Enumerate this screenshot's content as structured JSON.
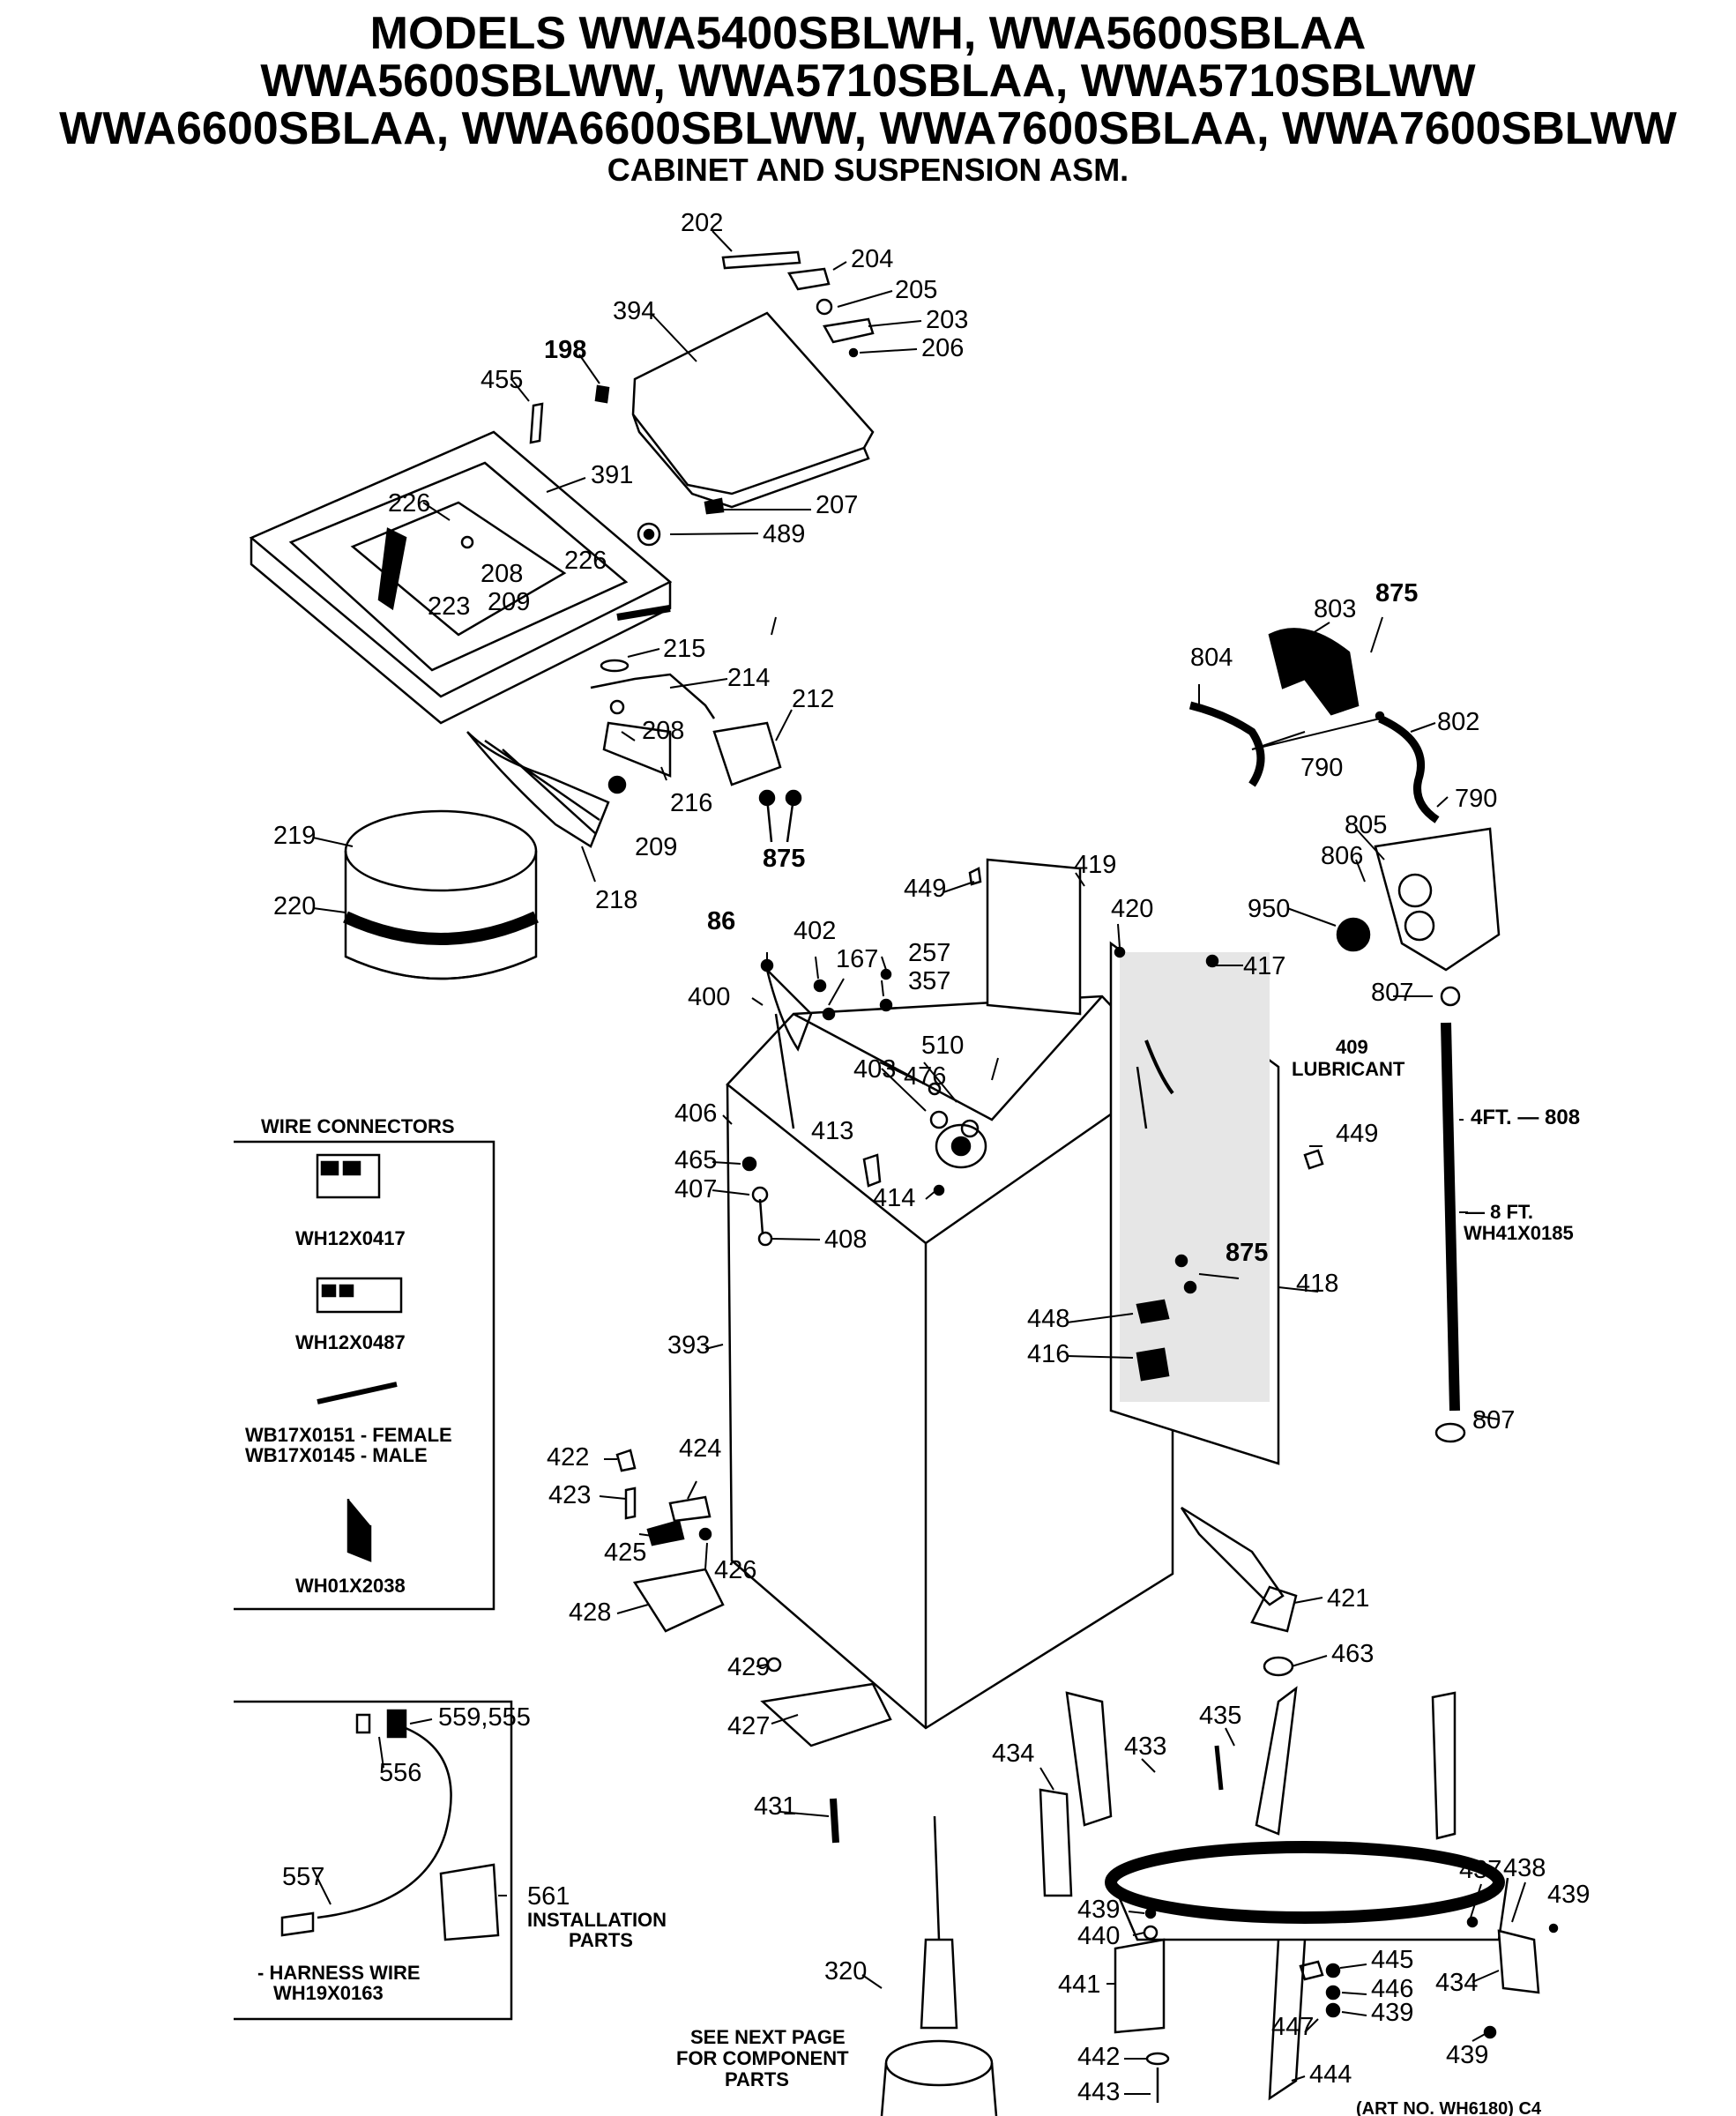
{
  "title": {
    "line1": "MODELS WWA5400SBLWH, WWA5600SBLAA",
    "line2": "WWA5600SBLWW, WWA5710SBLAA, WWA5710SBLWW",
    "line3": "WWA6600SBLAA, WWA6600SBLWW, WWA7600SBLAA, WWA7600SBLWW",
    "line4": "CABINET AND SUSPENSION ASM."
  },
  "parts": {
    "p202": "202",
    "p204": "204",
    "p205": "205",
    "p203": "203",
    "p206": "206",
    "p394": "394",
    "p198": "198",
    "p455": "455",
    "p391": "391",
    "p226a": "226",
    "p207": "207",
    "p489": "489",
    "p208a": "208",
    "p226b": "226",
    "p223": "223",
    "p209a": "209",
    "p215": "215",
    "p214": "214",
    "p212": "212",
    "p208b": "208",
    "p216": "216",
    "p209b": "209",
    "p875a": "875",
    "p219": "219",
    "p220": "220",
    "p218": "218",
    "p803": "803",
    "p875b": "875",
    "p804": "804",
    "p802": "802",
    "p790a": "790",
    "p790b": "790",
    "p805": "805",
    "p806": "806",
    "p950": "950",
    "p807a": "807",
    "p808": "4FT. — 808",
    "p449a": "449",
    "p419": "419",
    "p420": "420",
    "p417": "417",
    "p86": "86",
    "p402": "402",
    "p167": "167",
    "p257": "257",
    "p357": "357",
    "p400": "400",
    "p510": "510",
    "p409": "409",
    "p409b": "LUBRICANT",
    "p403": "403",
    "p476": "476",
    "p406": "406",
    "p413": "413",
    "p465": "465",
    "p407": "407",
    "p414": "414",
    "p408": "408",
    "p449b": "449",
    "p875c": "875",
    "p418": "418",
    "p448": "448",
    "p416": "416",
    "p393": "393",
    "p8ft": "— 8 FT.",
    "p8ftb": "WH41X0185",
    "p807b": "807",
    "p422": "422",
    "p424": "424",
    "p423": "423",
    "p425": "425",
    "p426": "426",
    "p428": "428",
    "p421": "421",
    "p463": "463",
    "p429": "429",
    "p427": "427",
    "p435": "435",
    "p434a": "434",
    "p433": "433",
    "p431": "431",
    "p437": "437",
    "p438": "438",
    "p439a": "439",
    "p439b": "439",
    "p440": "440",
    "p445": "445",
    "p434b": "434",
    "p446": "446",
    "p441": "441",
    "p439c": "439",
    "p447": "447",
    "p320": "320",
    "p439d": "439",
    "p442": "442",
    "p444": "444",
    "p443": "443",
    "p556": "556",
    "p559": "559,555",
    "p557": "557",
    "p561": "561"
  },
  "wire_connectors": {
    "heading": "WIRE CONNECTORS",
    "c1": "WH12X0417",
    "c2": "WH12X0487",
    "c3a": "WB17X0151 - FEMALE",
    "c3b": "WB17X0145 - MALE",
    "c4": "WH01X2038"
  },
  "harness_box": {
    "installation": "INSTALLATION",
    "parts": "PARTS",
    "harness1": "- HARNESS WIRE",
    "harness2": "WH19X0163"
  },
  "notes": {
    "next1": "SEE NEXT PAGE",
    "next2": "FOR COMPONENT",
    "next3": "PARTS",
    "art": "(ART NO. WH6180) C4"
  }
}
